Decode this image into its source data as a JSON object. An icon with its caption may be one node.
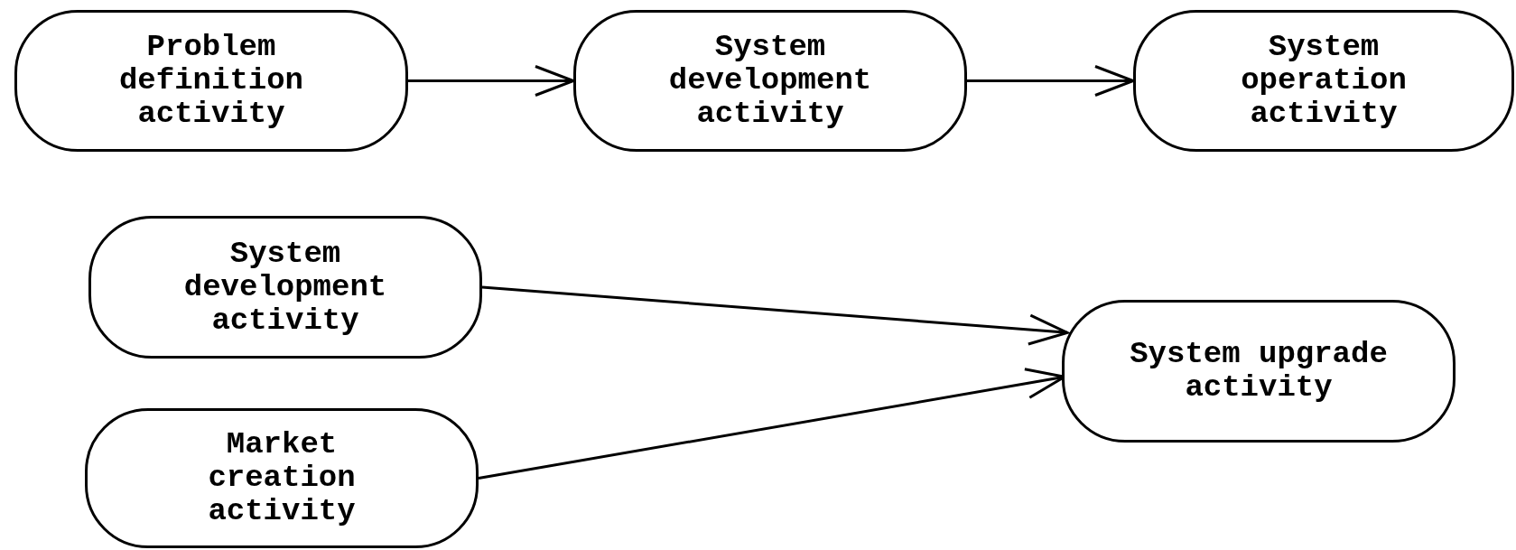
{
  "diagram": {
    "nodes": [
      {
        "text": [
          "Problem definition activity"
        ]
      },
      {
        "text": [
          "System development activity"
        ]
      },
      {
        "text": [
          "System operation activity"
        ]
      },
      {
        "text": [
          "System development activity"
        ]
      },
      {
        "text": [
          "Market creation activity"
        ]
      },
      {
        "text": [
          "System upgrade activity"
        ]
      }
    ],
    "edges": [
      {
        "from": 0,
        "to": 1,
        "arrow": "to"
      },
      {
        "from": 1,
        "to": 2,
        "arrow": "to"
      },
      {
        "from": 3,
        "to": 5,
        "arrow": "to"
      },
      {
        "from": 4,
        "to": 5,
        "arrow": "to"
      }
    ]
  }
}
